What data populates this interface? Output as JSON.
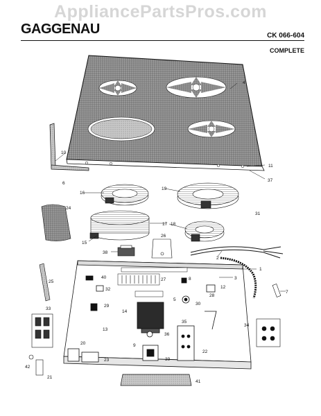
{
  "watermark": "AppliancePartsPros.com",
  "header": {
    "brand": "GAGGENAU",
    "model": "CK 066-604",
    "subtitle": "COMPLETE"
  },
  "callouts": [
    "4",
    "10",
    "11",
    "37",
    "6",
    "16",
    "19",
    "24",
    "17",
    "15",
    "18",
    "31",
    "26",
    "38",
    "2",
    "1",
    "25",
    "40",
    "32",
    "27",
    "8",
    "3",
    "12",
    "7",
    "28",
    "29",
    "30",
    "33",
    "14",
    "13",
    "5",
    "34",
    "36",
    "35",
    "20",
    "9",
    "39",
    "22",
    "23",
    "42",
    "21",
    "41"
  ]
}
